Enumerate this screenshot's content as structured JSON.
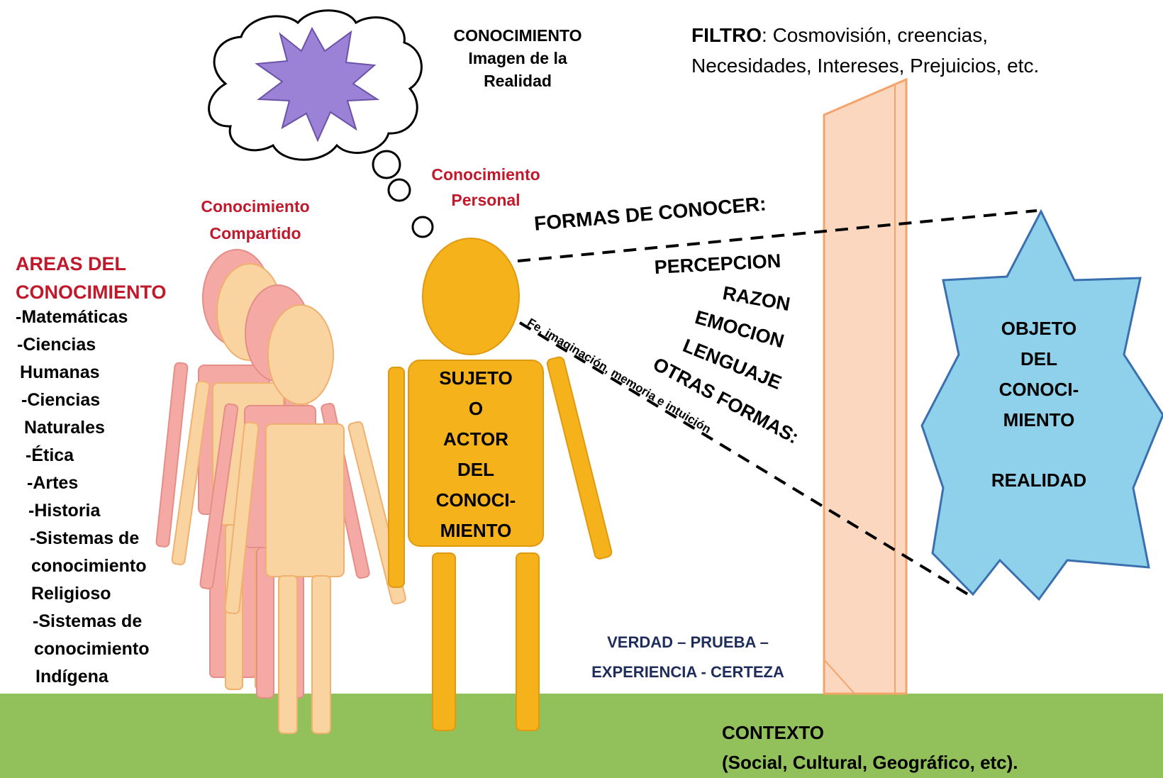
{
  "thought_bubble": {
    "title": "CONOCIMIENTO",
    "line2": "Imagen de la",
    "line3": "Realidad"
  },
  "filter": {
    "label": "FILTRO",
    "line1_rest": ": Cosmovisión, creencias,",
    "line2": "Necesidades, Intereses, Prejuicios, etc."
  },
  "personal_knowledge": {
    "line1": "Conocimiento",
    "line2": "Personal"
  },
  "shared_knowledge": {
    "line1": "Conocimiento",
    "line2": "Compartido"
  },
  "areas": {
    "title1": "AREAS DEL",
    "title2": "CONOCIMIENTO",
    "items": [
      "-Matemáticas",
      "-Ciencias",
      "Humanas",
      "-Ciencias",
      "Naturales",
      "-Ética",
      "-Artes",
      "-Historia",
      "-Sistemas de",
      "conocimiento",
      "Religioso",
      "-Sistemas de",
      "conocimiento",
      "Indígena"
    ]
  },
  "subject": {
    "l1": "SUJETO",
    "l2": "O",
    "l3": "ACTOR",
    "l4": "DEL",
    "l5": "CONOCI-",
    "l6": "MIENTO"
  },
  "ways_of_knowing": {
    "title": "FORMAS DE CONOCER:",
    "w1": "PERCEPCION",
    "w2": "RAZON",
    "w3": "EMOCION",
    "w4": "LENGUAJE",
    "w5": "OTRAS FORMAS:",
    "others": "Fe, imaginación, memoria e intuición"
  },
  "object": {
    "l1": "OBJETO",
    "l2": "DEL",
    "l3": "CONOCI-",
    "l4": "MIENTO",
    "l5": "REALIDAD"
  },
  "truth": {
    "line1": "VERDAD – PRUEBA –",
    "line2": "EXPERIENCIA - CERTEZA"
  },
  "context": {
    "line1": "CONTEXTO",
    "line2": "(Social, Cultural, Geográfico, etc)."
  },
  "colors": {
    "ground": "#92c05a",
    "subject": "#f5b21a",
    "subject_outline": "#e09a10",
    "shared_pink": "#f4a9a5",
    "shared_peach": "#f9d4a0",
    "object_fill": "#8fd0ea",
    "object_outline": "#3a6fb0",
    "filter_fill": "#fcd7c0",
    "filter_outline": "#f4a36a",
    "burst": "#9b82d6",
    "red_text": "#c0192c",
    "navy_text": "#1f2d5c"
  }
}
